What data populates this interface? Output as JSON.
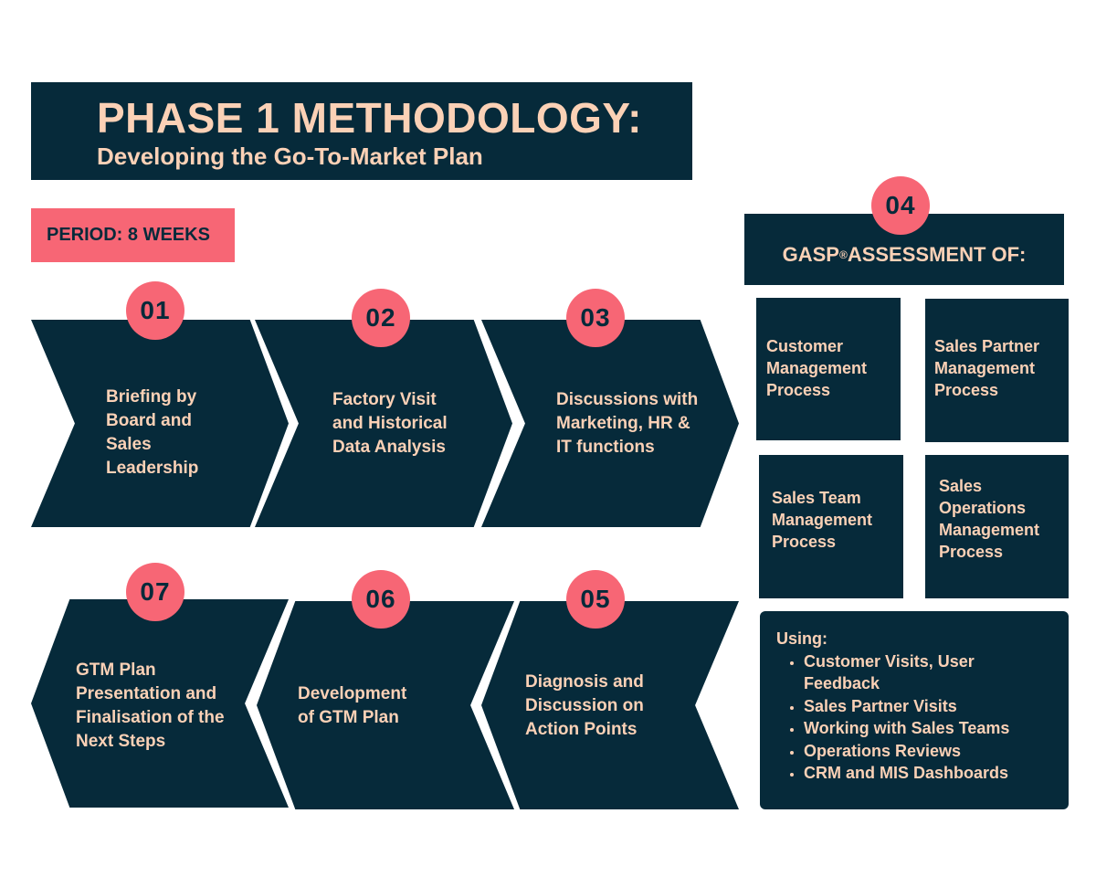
{
  "title": {
    "main": "PHASE 1 METHODOLOGY:",
    "sub": "Developing the Go-To-Market Plan"
  },
  "period": "PERIOD: 8 WEEKS",
  "steps": [
    {
      "number": "01",
      "lines": [
        "Briefing by",
        "Board and",
        "Sales",
        "Leadership"
      ]
    },
    {
      "number": "02",
      "lines": [
        "Factory Visit",
        "and Historical",
        "Data Analysis"
      ]
    },
    {
      "number": "03",
      "lines": [
        "Discussions with",
        "Marketing, HR &",
        "IT functions"
      ]
    },
    {
      "number": "05",
      "lines": [
        "Diagnosis and",
        "Discussion on",
        "Action Points"
      ]
    },
    {
      "number": "06",
      "lines": [
        "Development",
        "of GTM Plan"
      ]
    },
    {
      "number": "07",
      "lines": [
        "GTM Plan",
        "Presentation and",
        "Finalisation of the",
        "Next Steps"
      ]
    }
  ],
  "assessment": {
    "number": "04",
    "heading_prefix": "GASP",
    "heading_mark": "®",
    "heading_suffix": "ASSESSMENT OF:",
    "processes": [
      {
        "lines": [
          "Customer",
          "Management",
          "Process"
        ]
      },
      {
        "lines": [
          "Sales Partner",
          "Management",
          "Process"
        ]
      },
      {
        "lines": [
          "Sales Team",
          "Management",
          "Process"
        ]
      },
      {
        "lines": [
          "Sales",
          "Operations",
          "Management",
          "Process"
        ]
      }
    ],
    "using_label": "Using:",
    "using_items": [
      {
        "lines": [
          "Customer Visits, User",
          "Feedback"
        ]
      },
      {
        "lines": [
          "Sales Partner Visits"
        ]
      },
      {
        "lines": [
          "Working with Sales Teams"
        ]
      },
      {
        "lines": [
          "Operations Reviews"
        ]
      },
      {
        "lines": [
          "CRM and MIS Dashboards"
        ]
      }
    ]
  },
  "colors": {
    "navy": "#062a3a",
    "coral": "#f76675",
    "peach": "#fbd1b6"
  }
}
